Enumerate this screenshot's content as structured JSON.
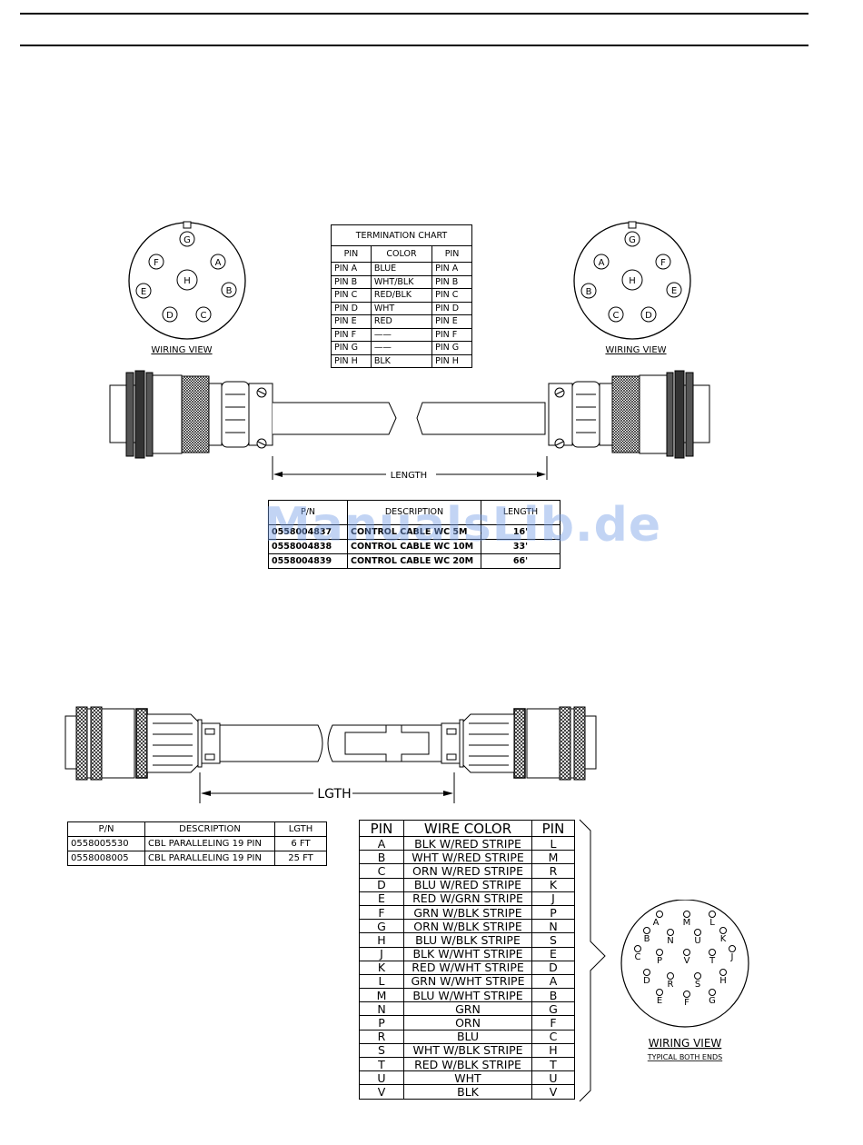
{
  "termination_chart": {
    "title": "TERMINATION CHART",
    "headers": [
      "PIN",
      "COLOR",
      "PIN"
    ],
    "rows": [
      [
        "PIN A",
        "BLUE",
        "PIN A"
      ],
      [
        "PIN B",
        "WHT/BLK",
        "PIN B"
      ],
      [
        "PIN C",
        "RED/BLK",
        "PIN C"
      ],
      [
        "PIN D",
        "WHT",
        "PIN D"
      ],
      [
        "PIN E",
        "RED",
        "PIN E"
      ],
      [
        "PIN F",
        "——",
        "PIN F"
      ],
      [
        "PIN G",
        "——",
        "PIN G"
      ],
      [
        "PIN H",
        "BLK",
        "PIN H"
      ]
    ]
  },
  "connector_left": {
    "caption": "WIRING VIEW",
    "pins": [
      "G",
      "F",
      "A",
      "H",
      "E",
      "B",
      "D",
      "C"
    ]
  },
  "connector_right": {
    "caption": "WIRING VIEW",
    "pins": [
      "G",
      "A",
      "F",
      "H",
      "B",
      "E",
      "C",
      "D"
    ]
  },
  "control_cable": {
    "length_label": "LENGTH",
    "headers": [
      "P/N",
      "DESCRIPTION",
      "LENGTH"
    ],
    "rows": [
      [
        "0558004837",
        "CONTROL CABLE WC 5M",
        "16'"
      ],
      [
        "0558004838",
        "CONTROL CABLE WC 10M",
        "33'"
      ],
      [
        "0558004839",
        "CONTROL CABLE WC 20M",
        "66'"
      ]
    ]
  },
  "watermark": "ManualsLib.de",
  "paralleling_cable": {
    "length_label": "LGTH",
    "headers": [
      "P/N",
      "DESCRIPTION",
      "LGTH"
    ],
    "rows": [
      [
        "0558005530",
        "CBL PARALLELING 19 PIN",
        "6 FT"
      ],
      [
        "0558008005",
        "CBL PARALLELING 19 PIN",
        "25 FT"
      ]
    ]
  },
  "wire_chart": {
    "headers": [
      "PIN",
      "WIRE COLOR",
      "PIN"
    ],
    "rows": [
      [
        "A",
        "BLK W/RED STRIPE",
        "L"
      ],
      [
        "B",
        "WHT W/RED STRIPE",
        "M"
      ],
      [
        "C",
        "ORN W/RED STRIPE",
        "R"
      ],
      [
        "D",
        "BLU W/RED STRIPE",
        "K"
      ],
      [
        "E",
        "RED W/GRN STRIPE",
        "J"
      ],
      [
        "F",
        "GRN W/BLK STRIPE",
        "P"
      ],
      [
        "G",
        "ORN W/BLK STRIPE",
        "N"
      ],
      [
        "H",
        "BLU W/BLK STRIPE",
        "S"
      ],
      [
        "J",
        "BLK W/WHT STRIPE",
        "E"
      ],
      [
        "K",
        "RED W/WHT STRIPE",
        "D"
      ],
      [
        "L",
        "GRN W/WHT STRIPE",
        "A"
      ],
      [
        "M",
        "BLU W/WHT STRIPE",
        "B"
      ],
      [
        "N",
        "GRN",
        "G"
      ],
      [
        "P",
        "ORN",
        "F"
      ],
      [
        "R",
        "BLU",
        "C"
      ],
      [
        "S",
        "WHT W/BLK STRIPE",
        "H"
      ],
      [
        "T",
        "RED W/BLK STRIPE",
        "T"
      ],
      [
        "U",
        "WHT",
        "U"
      ],
      [
        "V",
        "BLK",
        "V"
      ]
    ]
  },
  "connector_19pin": {
    "caption": "WIRING VIEW",
    "subcaption": "TYPICAL BOTH ENDS",
    "pins": [
      "A",
      "M",
      "L",
      "B",
      "N",
      "U",
      "K",
      "C",
      "P",
      "V",
      "T",
      "J",
      "D",
      "R",
      "S",
      "H",
      "E",
      "F",
      "G"
    ]
  }
}
